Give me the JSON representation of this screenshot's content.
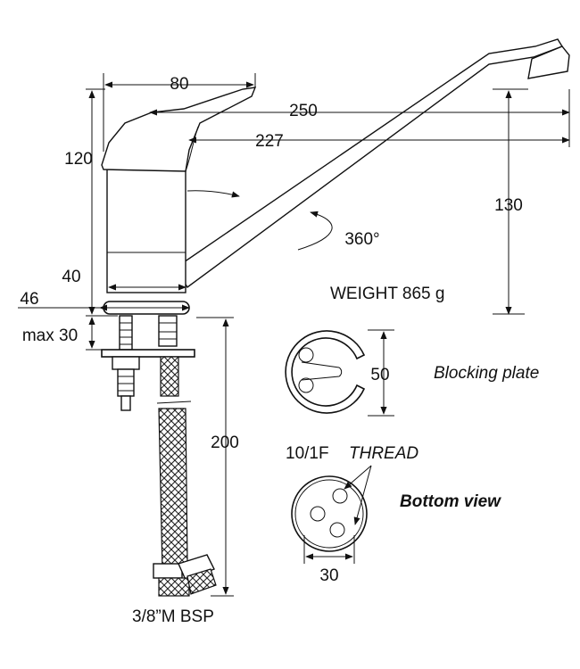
{
  "dimensions": {
    "width_80": "80",
    "length_250": "250",
    "length_227": "227",
    "height_120": "120",
    "height_130": "130",
    "rotation": "360°",
    "diameter_40": "40",
    "base_46": "46",
    "max_thickness": "max 30",
    "hose_200": "200",
    "plate_50": "50",
    "bottom_30": "30"
  },
  "labels": {
    "weight": "WEIGHT 865 g",
    "blocking_plate": "Blocking plate",
    "thread_prefix": "10/1F",
    "thread_word": "THREAD",
    "bottom_view": "Bottom view",
    "hose_fitting": "3/8”M BSP"
  }
}
